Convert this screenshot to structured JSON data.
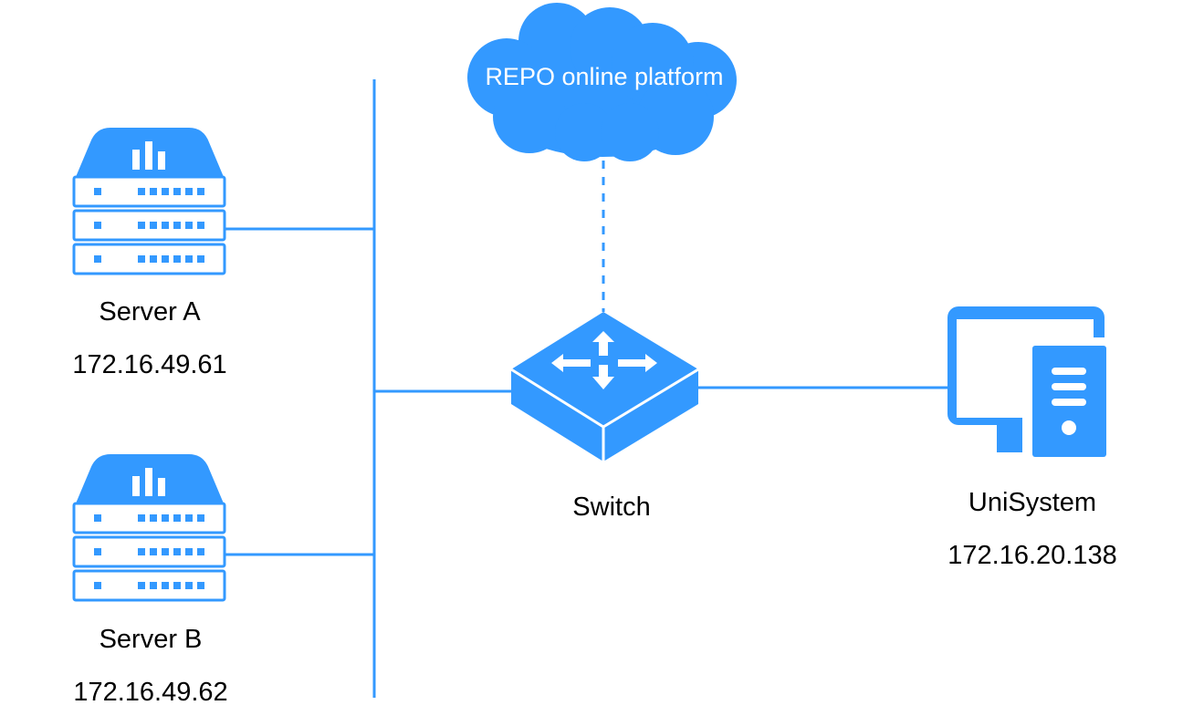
{
  "colors": {
    "accent": "#3399ff",
    "text": "#000000",
    "background": "#ffffff"
  },
  "cloud": {
    "label": "REPO online platform",
    "icon": "cloud-icon"
  },
  "switch": {
    "label": "Switch",
    "icon": "switch-icon"
  },
  "servers": [
    {
      "name": "Server A",
      "ip": "172.16.49.61",
      "icon": "server-rack-icon"
    },
    {
      "name": "Server B",
      "ip": "172.16.49.62",
      "icon": "server-rack-icon"
    }
  ],
  "unisystem": {
    "name": "UniSystem",
    "ip": "172.16.20.138",
    "icon": "desktop-computer-icon"
  },
  "links": [
    {
      "from": "cloud",
      "to": "switch",
      "style": "dashed"
    },
    {
      "from": "Server A",
      "to": "bus",
      "style": "solid"
    },
    {
      "from": "Server B",
      "to": "bus",
      "style": "solid"
    },
    {
      "from": "bus",
      "to": "switch",
      "style": "solid"
    },
    {
      "from": "switch",
      "to": "UniSystem",
      "style": "solid"
    }
  ]
}
